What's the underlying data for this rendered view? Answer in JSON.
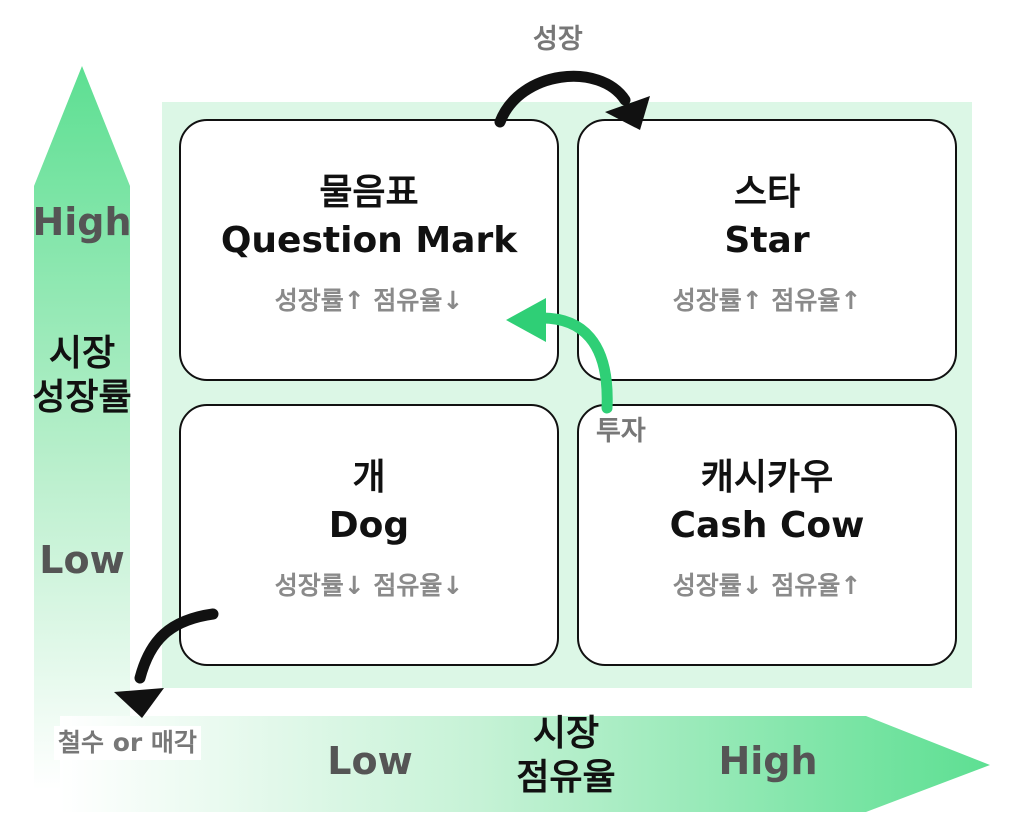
{
  "y_axis": {
    "title_line1": "시장",
    "title_line2": "성장률",
    "high": "High",
    "low": "Low"
  },
  "x_axis": {
    "title_line1": "시장",
    "title_line2": "점유율",
    "low": "Low",
    "high": "High"
  },
  "quadrants": [
    {
      "korean": "물음표",
      "english": "Question Mark",
      "metric": "성장률↑ 점유율↓"
    },
    {
      "korean": "스타",
      "english": "Star",
      "metric": "성장률↑ 점유율↑"
    },
    {
      "korean": "개",
      "english": "Dog",
      "metric": "성장률↓ 점유율↓"
    },
    {
      "korean": "캐시카우",
      "english": "Cash Cow",
      "metric": "성장률↓ 점유율↑"
    }
  ],
  "transitions": {
    "growth": "성장",
    "investment": "투자",
    "divest": "철수 or 매각"
  },
  "colors": {
    "arrow_green": "#5ddf92",
    "panel_bg": "#dcf7e6",
    "investment_arrow": "#2fcf76",
    "text_dark": "#111111",
    "text_gray": "#8a8a8a",
    "axis_label_gray": "#555555"
  }
}
